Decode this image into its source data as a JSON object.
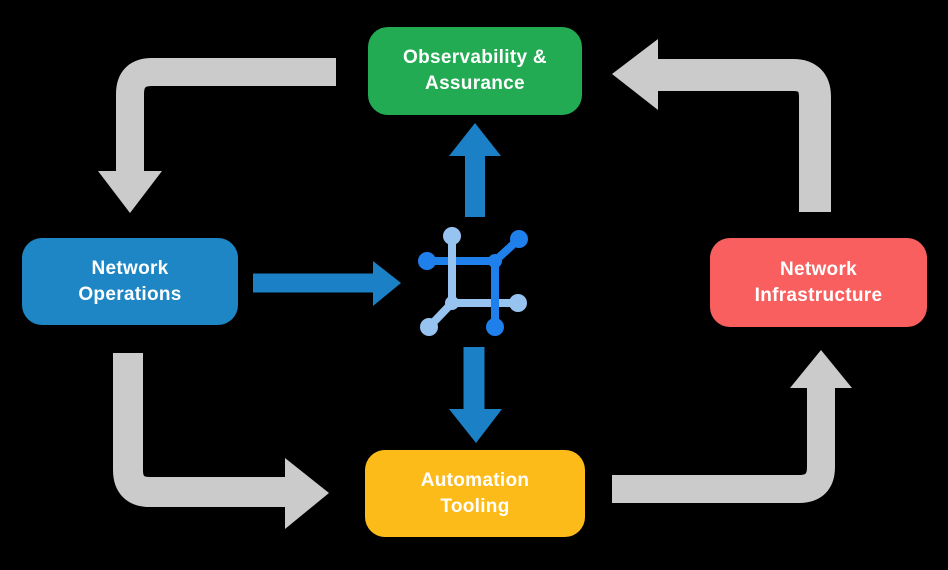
{
  "colors": {
    "background": "#000000",
    "box_green": "#23AB53",
    "box_blue": "#1E86C5",
    "box_red": "#F95F5F",
    "box_yellow": "#FCBB18",
    "arrow_gray": "#CBCBCB",
    "arrow_blue": "#1C80C6",
    "icon_blue_bright": "#1F80EC",
    "icon_blue_light": "#97C3F1",
    "text": "#FFFFFF"
  },
  "nodes": {
    "observability": {
      "line1": "Observability &",
      "line2": "Assurance"
    },
    "operations": {
      "line1": "Network",
      "line2": "Operations"
    },
    "infrastructure": {
      "line1": "Network",
      "line2": "Infrastructure"
    },
    "tooling": {
      "line1": "Automation",
      "line2": "Tooling"
    }
  },
  "center_icon": "network-mesh-icon",
  "flows": {
    "gray_cycle": [
      "observability -> operations",
      "operations -> tooling",
      "tooling -> infrastructure",
      "infrastructure -> observability"
    ],
    "blue_links": [
      "operations -> center-icon",
      "center-icon -> observability",
      "center-icon -> tooling"
    ]
  }
}
